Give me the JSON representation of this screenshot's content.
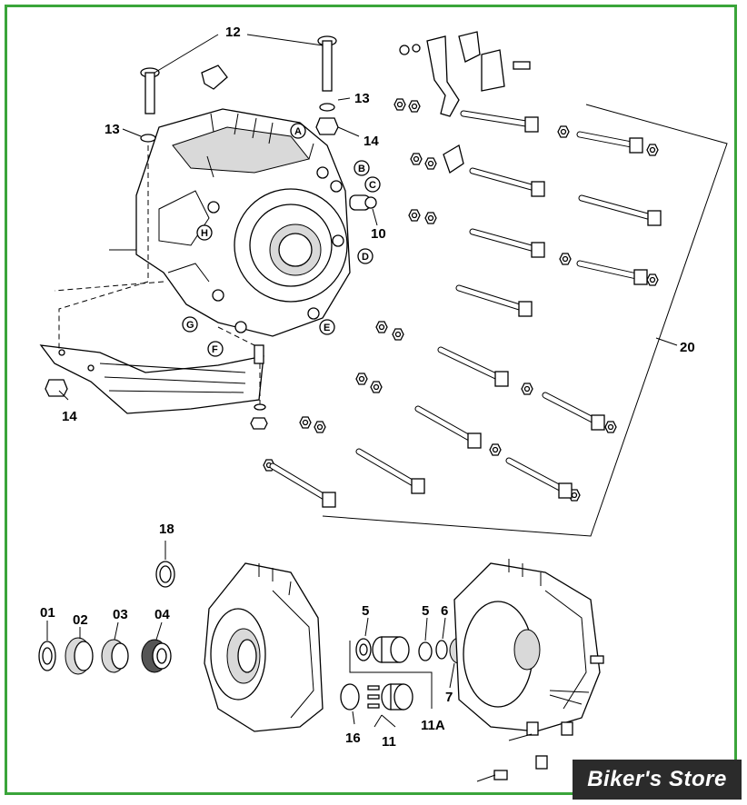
{
  "callouts": {
    "c12": "12",
    "c13a": "13",
    "c13b": "13",
    "c14a": "14",
    "c14b": "14",
    "c10": "10",
    "c20": "20",
    "c18": "18",
    "c01": "01",
    "c02": "02",
    "c03": "03",
    "c04": "04",
    "c5a": "5",
    "c5b": "5",
    "c6": "6",
    "c7": "7",
    "c11A": "11A",
    "c11": "11",
    "c16": "16"
  },
  "letters": {
    "A": "A",
    "B": "B",
    "C": "C",
    "D": "D",
    "E": "E",
    "F": "F",
    "G": "G",
    "H": "H"
  },
  "watermark": "Biker's Store",
  "colors": {
    "frame": "#3aa53a",
    "watermark_bg": "#2b2b2b"
  }
}
